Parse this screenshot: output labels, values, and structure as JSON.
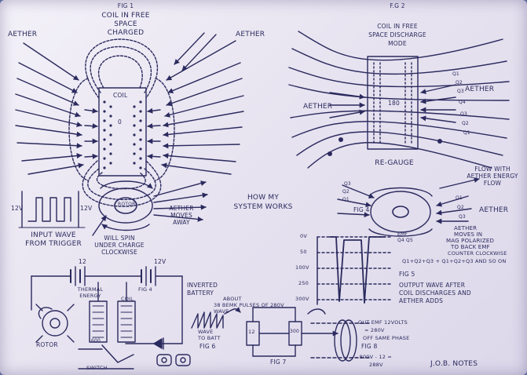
{
  "fig1": {
    "label": "Fig 1",
    "title": [
      "Coil in free",
      "space",
      "charged"
    ],
    "aether_left": "Aether",
    "aether_right": "Aether",
    "coil_label": "Coil",
    "coil_zero": "0"
  },
  "fig2": {
    "label": "F.G 2",
    "title": [
      "Coil in free",
      "space discharge",
      "mode"
    ],
    "aether_left": "Aether",
    "aether_right": "Aether",
    "coil_num": "180",
    "bottom_label": "Re-gauge",
    "q_labels": [
      "Q1",
      "Q2",
      "Q3",
      "Q4",
      "Q3",
      "Q2",
      "Q1"
    ]
  },
  "input_wave": {
    "left_value": "12v",
    "right_value": "12v",
    "caption": [
      "Input wave",
      "from trigger"
    ]
  },
  "rotor_sketch": {
    "rotor_label": "Rotor",
    "spin_caption": [
      "Will spin",
      "under charge",
      "clockwise"
    ],
    "aether_caption": [
      "Aether",
      "moves",
      "away"
    ]
  },
  "center_title": [
    "How my",
    "system works"
  ],
  "fig4": {
    "label": "Fig 4",
    "flow_caption": [
      "Flow with",
      "Aether energy",
      "flow"
    ],
    "aether_label": "Aether",
    "q_labels": [
      "Q3",
      "Q2",
      "Q1"
    ],
    "right_q_labels": [
      "Q1",
      "Q2",
      "Q3"
    ],
    "moves_caption": [
      "Aether",
      "moves in",
      "Mag Polarized",
      "to back EMF",
      "counter clockwise"
    ],
    "formula": "Q1+Q2+Q3 + Q1+Q2+Q3 and so on",
    "emf_label": [
      "EMF",
      "Q4 Q5"
    ]
  },
  "fig5": {
    "label": "Fig 5",
    "y_labels": [
      "0V",
      "50",
      "100v",
      "250",
      "300v"
    ],
    "caption": [
      "Output wave after",
      "coil discharges and",
      "Aether adds"
    ]
  },
  "circuit": {
    "top_left_value": "12",
    "top_right_value": "12v",
    "thermal_label": [
      "Thermal",
      "energy"
    ],
    "coil_label": "Coil",
    "fig4_label": "Fig 4",
    "inverted_label": [
      "Inverted",
      "battery"
    ],
    "rotor_label": "Rotor",
    "switch_label": "Switch",
    "coil_num": "600"
  },
  "fig6": {
    "top_caption": [
      "About",
      "38 Bemk pulses of 280v",
      "wave"
    ],
    "wave_caption": [
      "Wave",
      "to batt"
    ],
    "label": "Fig 6"
  },
  "fig7": {
    "label": "Fig 7",
    "box1": "12",
    "box2": "300"
  },
  "fig8": {
    "caption": [
      "Out EMF 12volts",
      "= 280v",
      "Off same phase"
    ],
    "label": "Fig 8",
    "formula": [
      "- - 800v - 12 =",
      "288v"
    ],
    "signature": "J.O.B. Notes"
  }
}
